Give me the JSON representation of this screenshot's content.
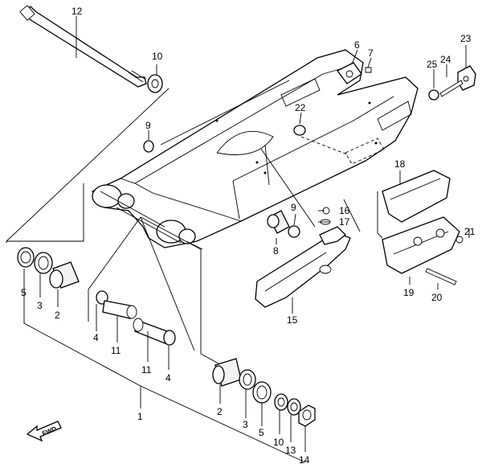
{
  "diagram": {
    "fwd_label": "FWD",
    "callouts": [
      {
        "id": "12",
        "text": "12"
      },
      {
        "id": "10",
        "text": "10"
      },
      {
        "id": "6",
        "text": "6"
      },
      {
        "id": "7",
        "text": "7"
      },
      {
        "id": "23",
        "text": "23"
      },
      {
        "id": "25",
        "text": "25"
      },
      {
        "id": "24",
        "text": "24"
      },
      {
        "id": "22",
        "text": "22"
      },
      {
        "id": "9a",
        "text": "9"
      },
      {
        "id": "9b",
        "text": "9"
      },
      {
        "id": "16",
        "text": "16"
      },
      {
        "id": "17",
        "text": "17"
      },
      {
        "id": "8",
        "text": "8"
      },
      {
        "id": "18",
        "text": "18"
      },
      {
        "id": "21",
        "text": "21"
      },
      {
        "id": "19",
        "text": "19"
      },
      {
        "id": "20",
        "text": "20"
      },
      {
        "id": "15",
        "text": "15"
      },
      {
        "id": "5a",
        "text": "5"
      },
      {
        "id": "3a",
        "text": "3"
      },
      {
        "id": "2a",
        "text": "2"
      },
      {
        "id": "4a",
        "text": "4"
      },
      {
        "id": "11a",
        "text": "11"
      },
      {
        "id": "11b",
        "text": "11"
      },
      {
        "id": "4b",
        "text": "4"
      },
      {
        "id": "1",
        "text": "1"
      },
      {
        "id": "2b",
        "text": "2"
      },
      {
        "id": "3b",
        "text": "3"
      },
      {
        "id": "5b",
        "text": "5"
      },
      {
        "id": "10b",
        "text": "10"
      },
      {
        "id": "13",
        "text": "13"
      },
      {
        "id": "14",
        "text": "14"
      }
    ]
  }
}
